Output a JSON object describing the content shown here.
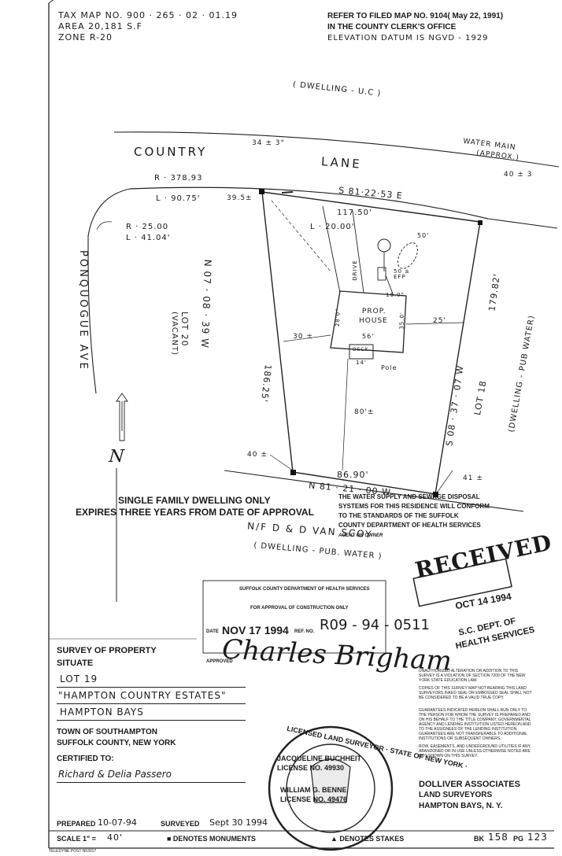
{
  "header": {
    "tax_map": "TAX MAP NO.  900 · 265 · 02 · 01.19",
    "area": "AREA   20,181 S.F",
    "zone": "ZONE   R-20",
    "refer": "REFER TO FILED MAP NO. 9104( May 22, 1991)",
    "clerk": "IN THE COUNTY CLERK'S OFFICE",
    "datum": "ELEVATION DATUM IS NGVD - 1929"
  },
  "map": {
    "dwelling_uc": "( DWELLING - U.C )",
    "country": "COUNTRY",
    "lane": "LANE",
    "top_offset": "34 ± 3°",
    "water_main": "WATER MAIN",
    "approx": "(APPROX.)",
    "right_offset": "40 ± 3",
    "r_378": "R · 378.93",
    "l_9075": "L · 90.75'",
    "d_395": "39.5±",
    "north_line": "S 81·22·53 E",
    "d_11750": "117.50'",
    "l_20": "L · 20.00'",
    "r_25": "R · 25.00",
    "l_4104": "L · 41.04'",
    "west_bearing": "N 07 · 08 · 39 W",
    "east_dist": "179.82'",
    "drive": "DRIVE",
    "d_50": "50'",
    "tank": "50 ± EFP",
    "dim_16": "16.0\"",
    "house1": "PROP.",
    "house2": "HOUSE",
    "dim_28": "28'0\"",
    "dim_35": "35.0'",
    "dim_56": "56'",
    "deck": "DECK",
    "dim_14": "14'",
    "d_30": "30 ±",
    "d_25": "25'",
    "pole": "Pole",
    "lot20a": "LOT  20",
    "lot20b": "(VACANT)",
    "road_name": "PONQUOGUE   AVE",
    "west_dist": "186.25'",
    "d_80": "80'±",
    "east_bearing": "S 08 · 37 · 07 W",
    "lot18a": "LOT  18",
    "lot18b": "(DWELLING - PUB WATER)",
    "d_40": "40 ±",
    "south_dist": "86.90'",
    "d_41": "41 ±",
    "south_bearing": "N 81 · 21 · 00 W",
    "neighbor": "N/F   D & D   VAN   SCOY",
    "neighbor2": "( DWELLING - PUB. WATER )",
    "north": "N"
  },
  "stamps": {
    "sfd1": "SINGLE FAMILY DWELLING ONLY",
    "sfd2": "EXPIRES THREE YEARS FROM DATE OF APPROVAL",
    "water1": "THE WATER SUPPLY AND SEWAGE DISPOSAL",
    "water2": "SYSTEMS FOR THIS RESIDENCE WILL CONFORM",
    "water3": "TO THE STANDARDS OF THE SUFFOLK",
    "water4": "COUNTY DEPARTMENT OF HEALTH SERVICES",
    "agent": "AGENT OR OWNER",
    "received": "RECEIVED",
    "received_date": "OCT 14 1994",
    "sc1": "S.C. DEPT. OF",
    "sc2": "HEALTH SERVICES",
    "dept_title": "SUFFOLK COUNTY DEPARTMENT OF HEALTH SERVICES",
    "approval": "FOR APPROVAL OF CONSTRUCTION ONLY",
    "date_lbl": "DATE",
    "date_val": "NOV 17 1994",
    "ref_lbl": "REF. NO.",
    "ref_val": "R09 - 94 - 0511",
    "approved_lbl": "APPROVED",
    "signature": "Charles Brigham"
  },
  "survey": {
    "title": "SURVEY OF PROPERTY",
    "situate": "SITUATE",
    "lot": "LOT  19",
    "estates": "\"HAMPTON  COUNTRY  ESTATES\"",
    "bays": "HAMPTON  BAYS",
    "town1": "TOWN OF SOUTHAMPTON",
    "town2": "SUFFOLK COUNTY, NEW YORK",
    "certified": "CERTIFIED TO:",
    "certified_to": "Richard & Delia Passero"
  },
  "legal": {
    "p1": "UNAUTHORIZED ALTERATION OR ADDITION TO THIS SURVEY IS A VIOLATION OF SECTION 7209 OF THE NEW YORK STATE EDUCATION LAW.",
    "p2": "COPIES OF THIS SURVEY MAP NOT BEARING THIS LAND SURVEYORS INKED SEAL OR EMBOSSED SEAL SHALL NOT BE CONSIDERED TO BE A VALID TRUE COPY.",
    "p3": "GUARANTEES INDICATED HEREON SHALL RUN ONLY TO THE PERSON FOR WHOM THE SURVEY IS PREPARED AND ON HIS BEHALF TO THE TITLE COMPANY, GOVERNMENTAL AGENCY AND LENDING INSTITUTION LISTED HEREON AND TO THE ASSIGNEES OF THE LENDING INSTITUTION. GUARANTEES ARE NOT TRANSFERABLE TO ADDITIONAL INSTITUTIONS OR SUBSEQUENT OWNERS.",
    "p4": "ROW, EASEMENTS, AND UNDERGROUND UTILITIES IF ANY, ABANDONED OR IN USE UNLESS OTHERWISE NOTED ARE NOT SHOWN ON THIS SURVEY."
  },
  "seal": {
    "ring": "LICENSED LAND SURVEYOR · STATE OF NEW YORK ·",
    "n1": "JACQUELINE BUCHHEIT",
    "n1b": "LICENSE NO. 49930",
    "n2": "WILLIAM G. BENNE",
    "n2b": "LICENSE NO. 49476"
  },
  "firm": {
    "name": "DOLLIVER ASSOCIATES",
    "role": "LAND SURVEYORS",
    "place": "HAMPTON BAYS, N. Y."
  },
  "footer": {
    "prepared_lbl": "PREPARED",
    "prepared": "10-07-94",
    "surveyed_lbl": "SURVEYED",
    "surveyed": "Sept 30 1994",
    "scale_lbl": "SCALE 1\" =",
    "scale": "40'",
    "monuments": "■ DENOTES MONUMENTS",
    "stakes": "▲ DENOTES STAKES",
    "bk_lbl": "BK",
    "bk": "158",
    "pg_lbl": "PG",
    "pg": "123",
    "form": "TELEDYNE POST    N53017"
  }
}
